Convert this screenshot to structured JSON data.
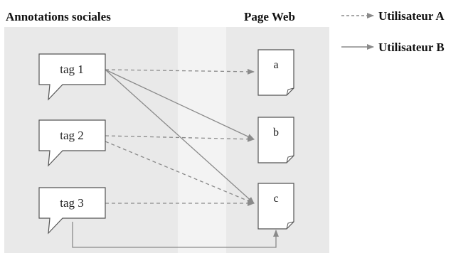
{
  "headings": {
    "left": "Annotations sociales",
    "right": "Page Web"
  },
  "legend": {
    "user_a": "Utilisateur A",
    "user_b": "Utilisateur B"
  },
  "tags": [
    {
      "id": "tag1",
      "label": "tag 1"
    },
    {
      "id": "tag2",
      "label": "tag 2"
    },
    {
      "id": "tag3",
      "label": "tag 3"
    }
  ],
  "pages": [
    {
      "id": "a",
      "label": "a"
    },
    {
      "id": "b",
      "label": "b"
    },
    {
      "id": "c",
      "label": "c"
    }
  ],
  "links": [
    {
      "from": "tag1",
      "to": "a",
      "user": "A"
    },
    {
      "from": "tag1",
      "to": "b",
      "user": "B"
    },
    {
      "from": "tag1",
      "to": "c",
      "user": "B"
    },
    {
      "from": "tag2",
      "to": "b",
      "user": "A"
    },
    {
      "from": "tag2",
      "to": "c",
      "user": "A"
    },
    {
      "from": "tag3",
      "to": "c",
      "user": "A"
    },
    {
      "from": "tag3",
      "to": "c",
      "user": "B",
      "route": "below"
    }
  ],
  "colors": {
    "panel": "#e9e9e9",
    "arrow": "#8a8a8a",
    "box_stroke": "#555555"
  }
}
